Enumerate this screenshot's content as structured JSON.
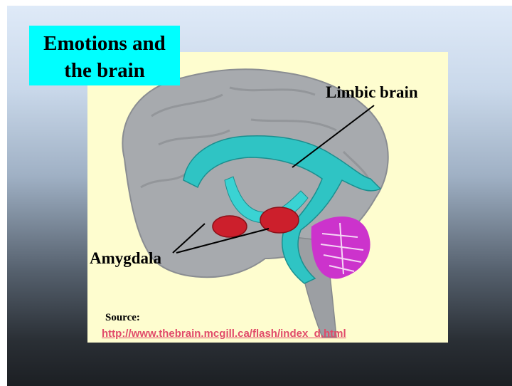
{
  "slide": {
    "title": "Emotions and\nthe brain",
    "labels": {
      "limbic": "Limbic brain",
      "amygdala": "Amygdala"
    },
    "source": {
      "label": "Source:",
      "url": "http://www.thebrain.mcgill.ca/flash/index_d.html"
    }
  },
  "colors": {
    "title_box": "#00ffff",
    "panel": "#fefdcf",
    "limbic": "#2fc4c4",
    "amygdala": "#cc1f2c",
    "cerebellum": "#cc33cc",
    "link": "#e14a6a"
  }
}
